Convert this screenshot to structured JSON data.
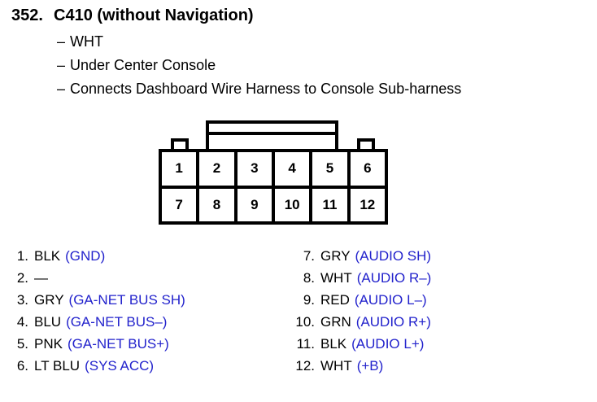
{
  "header": {
    "number": "352.",
    "title": "C410 (without Navigation)",
    "dash": "–",
    "details": [
      "WHT",
      "Under Center Console",
      "Connects Dashboard Wire Harness to Console Sub-harness"
    ]
  },
  "connector": {
    "top_row": [
      "1",
      "2",
      "3",
      "4",
      "5",
      "6"
    ],
    "bottom_row": [
      "7",
      "8",
      "9",
      "10",
      "11",
      "12"
    ]
  },
  "pins": {
    "left": [
      {
        "num": "1.",
        "color": "BLK",
        "signal": "(GND)"
      },
      {
        "num": "2.",
        "color": "—",
        "signal": ""
      },
      {
        "num": "3.",
        "color": "GRY",
        "signal": "(GA-NET BUS SH)"
      },
      {
        "num": "4.",
        "color": "BLU",
        "signal": "(GA-NET BUS–)"
      },
      {
        "num": "5.",
        "color": "PNK",
        "signal": "(GA-NET BUS+)"
      },
      {
        "num": "6.",
        "color": "LT BLU",
        "signal": "(SYS ACC)"
      }
    ],
    "right": [
      {
        "num": "7.",
        "color": "GRY",
        "signal": "(AUDIO SH)"
      },
      {
        "num": "8.",
        "color": "WHT",
        "signal": "(AUDIO R–)"
      },
      {
        "num": "9.",
        "color": "RED",
        "signal": "(AUDIO L–)"
      },
      {
        "num": "10.",
        "color": "GRN",
        "signal": "(AUDIO R+)"
      },
      {
        "num": "11.",
        "color": "BLK",
        "signal": "(AUDIO L+)"
      },
      {
        "num": "12.",
        "color": "WHT",
        "signal": "(+B)"
      }
    ]
  },
  "colors": {
    "signal_blue": "#2222cc",
    "ink": "#000000",
    "background": "#ffffff"
  }
}
